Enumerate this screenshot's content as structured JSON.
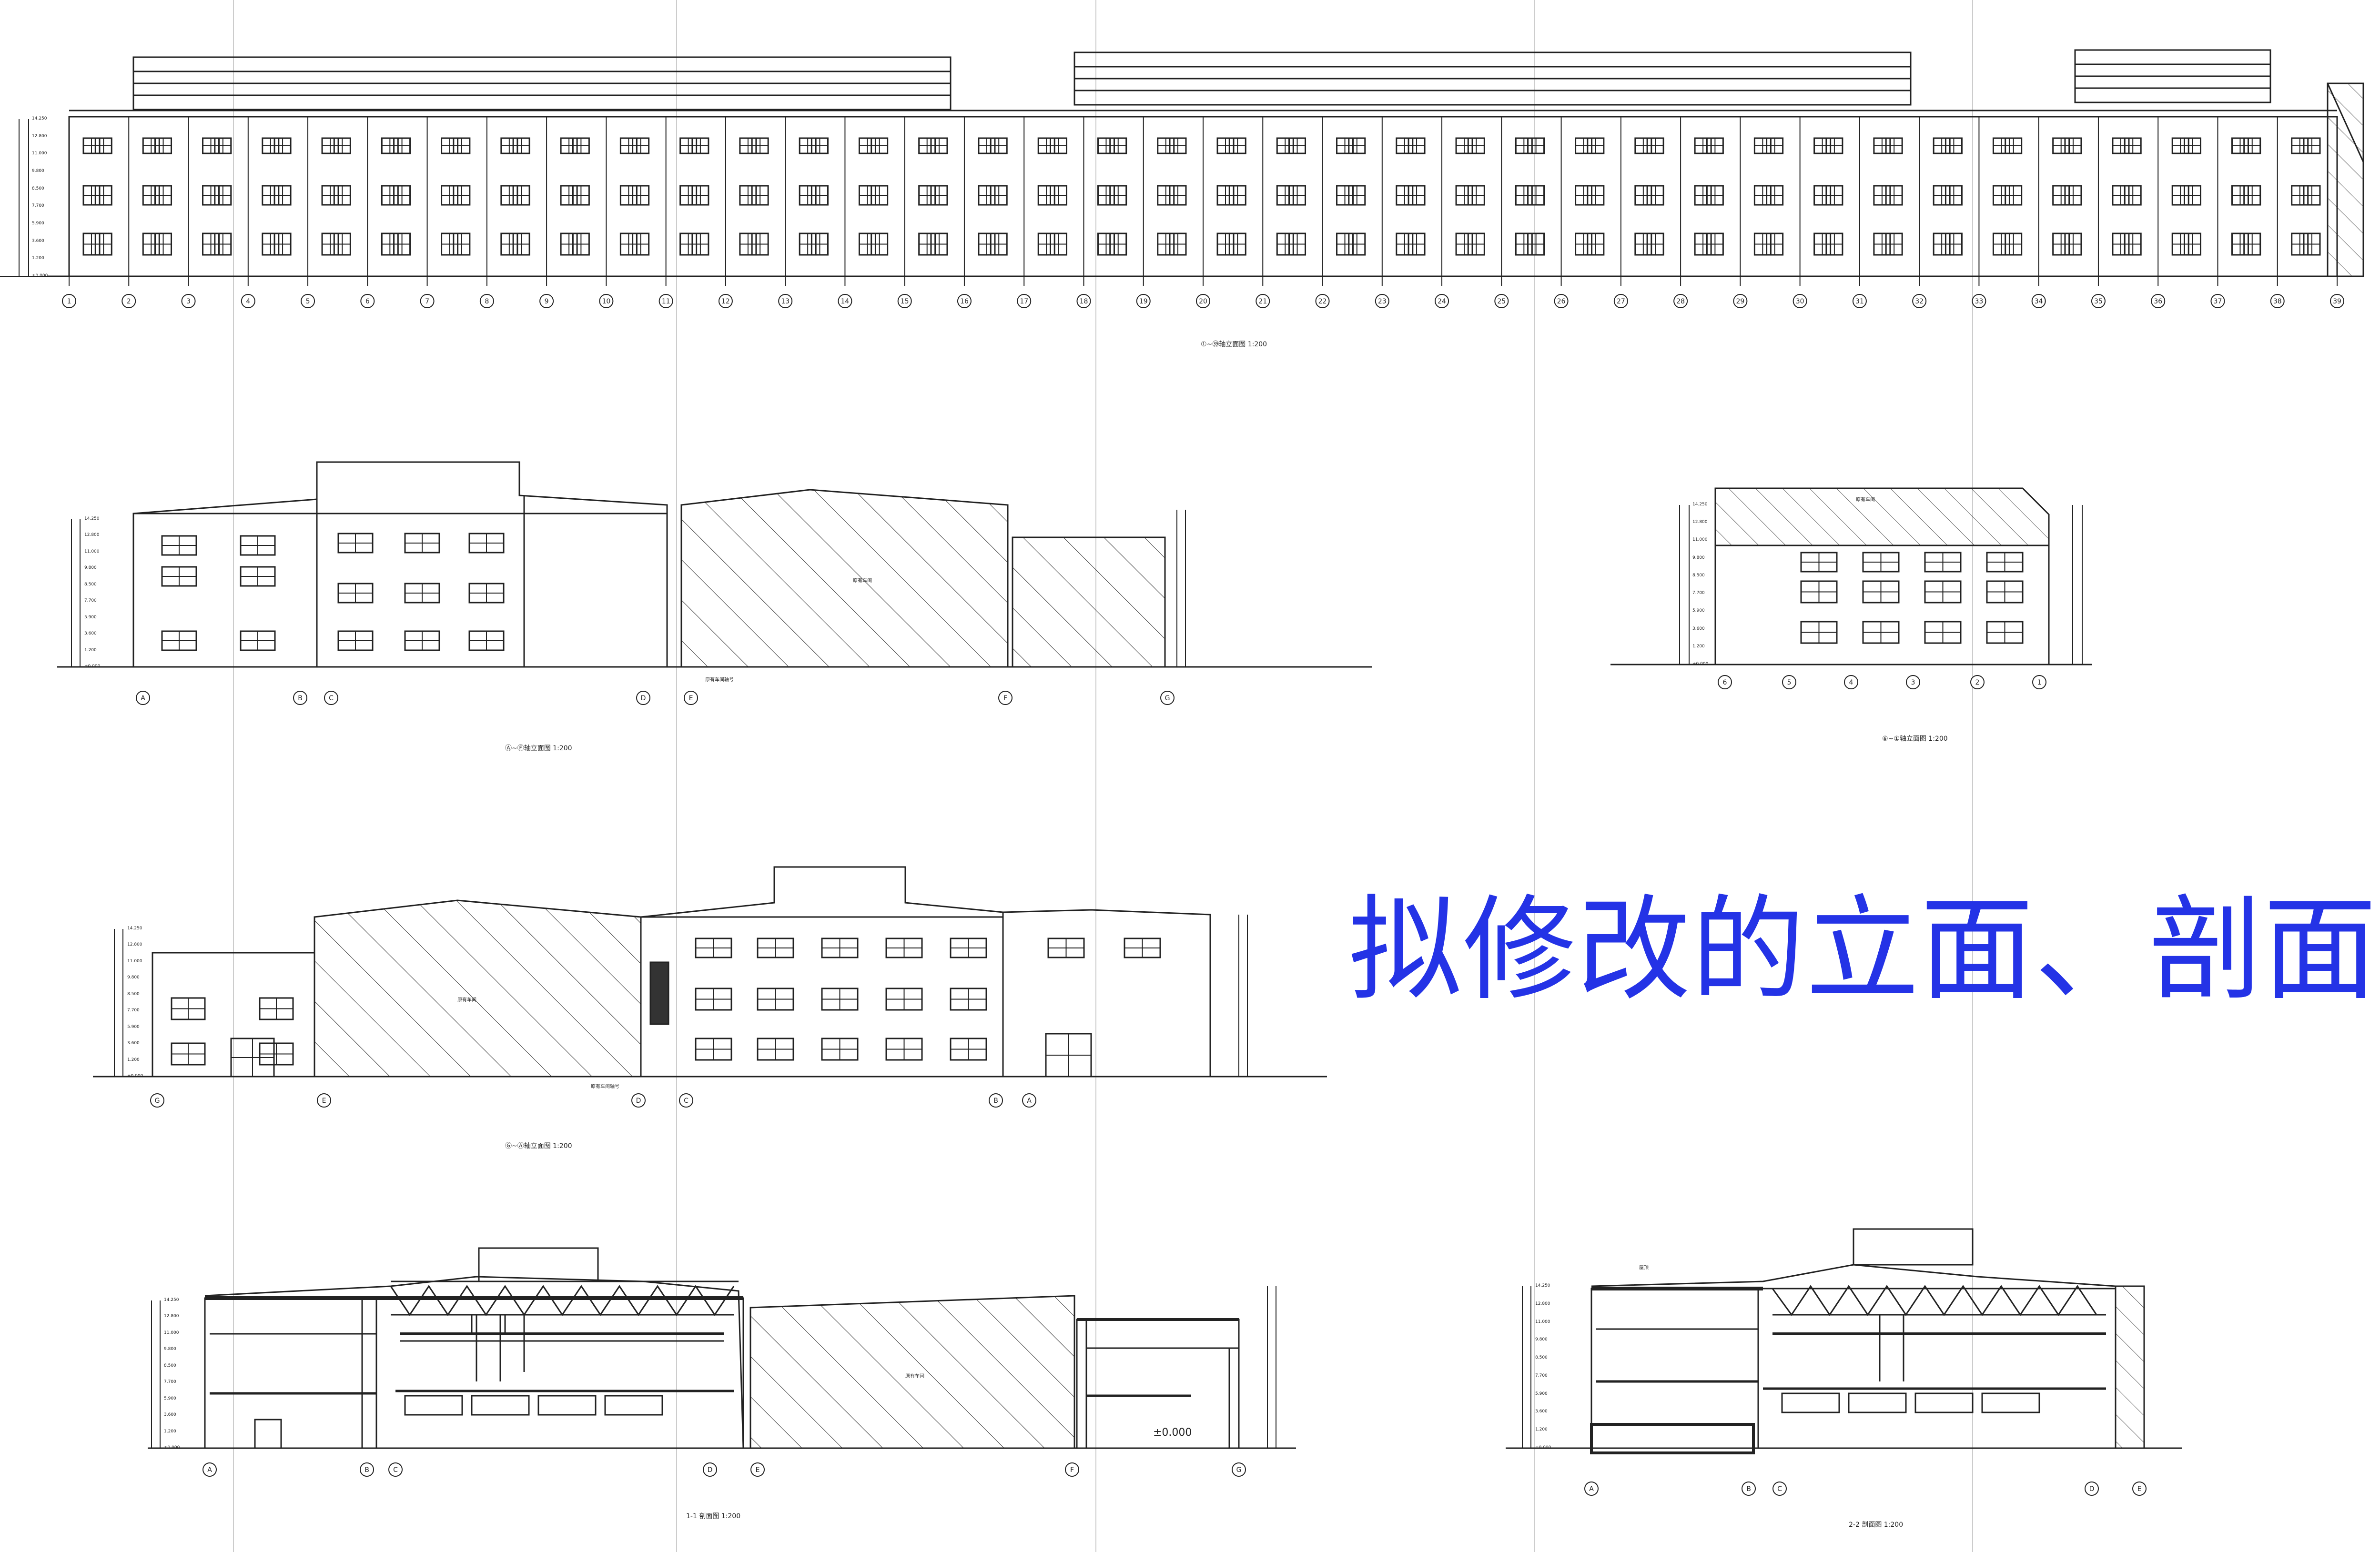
{
  "annotation": {
    "text": "拟修改的立面、剖面图",
    "color": "#2433e6"
  },
  "drawings": {
    "elev1": {
      "caption": "①~㊴轴立面图  1:200",
      "axes": [
        "1",
        "2",
        "3",
        "4",
        "5",
        "6",
        "7",
        "8",
        "9",
        "10",
        "11",
        "12",
        "13",
        "14",
        "15",
        "16",
        "17",
        "18",
        "19",
        "20",
        "21",
        "22",
        "23",
        "24",
        "25",
        "26",
        "27",
        "28",
        "29",
        "30",
        "31",
        "32",
        "33",
        "34",
        "35",
        "36",
        "37",
        "38",
        "39"
      ]
    },
    "elev2": {
      "caption": "Ⓐ~Ⓕ轴立面图  1:200",
      "axes": [
        "A",
        "B",
        "C",
        "D",
        "E",
        "F",
        "G"
      ],
      "hatch_label": "原有车间",
      "joint_label": "原有车间轴号"
    },
    "elev3": {
      "caption": "⑥~①轴立面图  1:200",
      "axes": [
        "6",
        "5",
        "4",
        "3",
        "2",
        "1"
      ],
      "roof_label": "原有车间"
    },
    "elev4": {
      "caption": "Ⓖ~Ⓐ轴立面图  1:200",
      "axes": [
        "G",
        "E",
        "D",
        "C",
        "B",
        "A"
      ],
      "hatch_label": "原有车间",
      "joint_label": "原有车间轴号"
    },
    "sect1": {
      "caption": "1-1 剖面图  1:200",
      "axes": [
        "A",
        "B",
        "C",
        "D",
        "E",
        "F",
        "G"
      ],
      "hatch_label": "原有车间",
      "zero": "±0.000"
    },
    "sect2": {
      "caption": "2-2 剖面图  1:200",
      "axes": [
        "A",
        "B",
        "C",
        "D",
        "E"
      ],
      "top_label": "屋顶"
    }
  },
  "levels": [
    "14.250",
    "12.800",
    "11.000",
    "9.800",
    "8.500",
    "7.700",
    "5.900",
    "3.600",
    "1.200",
    "±0.000"
  ]
}
